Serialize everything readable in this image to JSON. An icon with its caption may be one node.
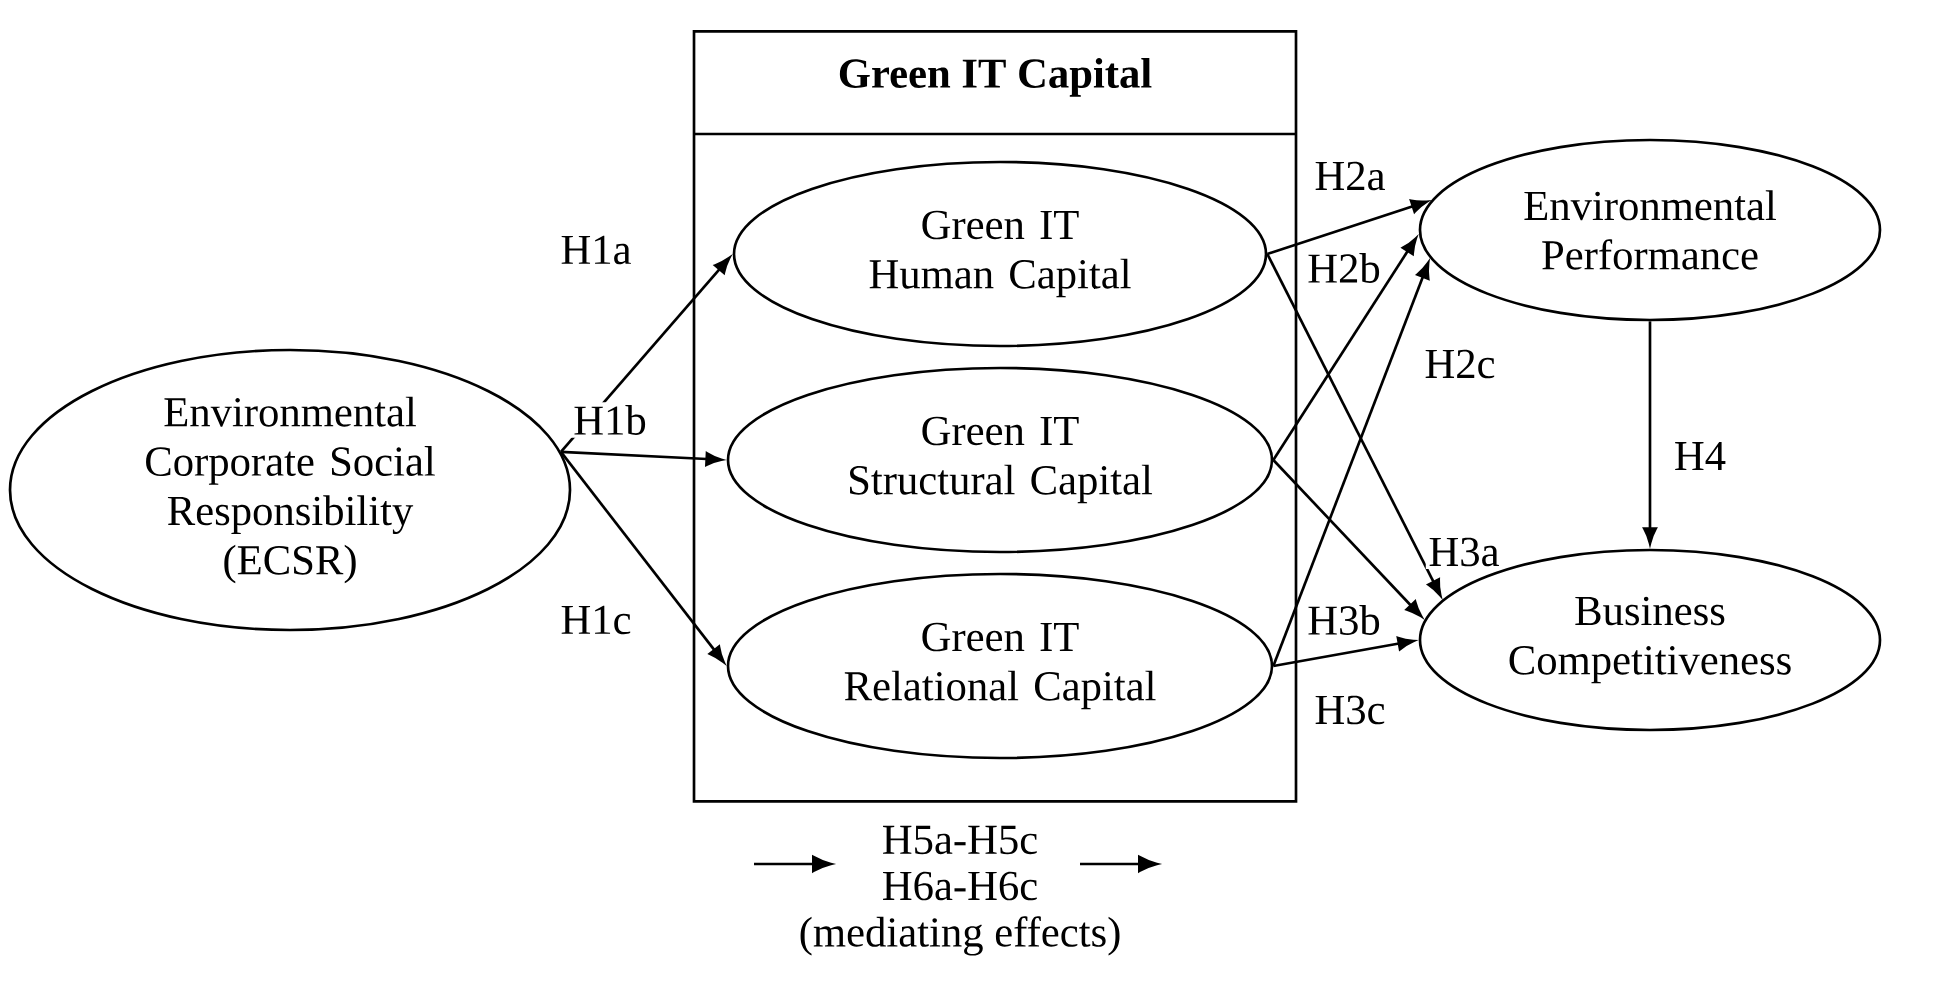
{
  "diagram": {
    "nodes": [
      {
        "text": [
          "Environmental Corporate Social Responsibility (ECSR)"
        ]
      },
      {
        "text": [
          "Green IT Capital"
        ]
      },
      {
        "text": [
          "Green IT Human Capital"
        ],
        "in": 1
      },
      {
        "text": [
          "Green IT Structural Capital"
        ],
        "in": 1
      },
      {
        "text": [
          "Green IT Relational Capital"
        ],
        "in": 1
      },
      {
        "text": [
          "Environmental Performance"
        ]
      },
      {
        "text": [
          "Business Competitiveness"
        ]
      }
    ],
    "edges": [
      {
        "from": 0,
        "to": 2,
        "arrow": "to",
        "label": "H1a"
      },
      {
        "from": 0,
        "to": 3,
        "arrow": "to",
        "label": "H1b"
      },
      {
        "from": 0,
        "to": 4,
        "arrow": "to",
        "label": "H1c"
      },
      {
        "from": 2,
        "to": 5,
        "arrow": "to",
        "label": "H2a"
      },
      {
        "from": 3,
        "to": 5,
        "arrow": "to",
        "label": "H2b"
      },
      {
        "from": 4,
        "to": 5,
        "arrow": "to",
        "label": "H2c"
      },
      {
        "from": 2,
        "to": 6,
        "arrow": "to",
        "label": "H3a"
      },
      {
        "from": 3,
        "to": 6,
        "arrow": "to",
        "label": "H3b"
      },
      {
        "from": 4,
        "to": 6,
        "arrow": "to",
        "label": "H3c"
      },
      {
        "from": 5,
        "to": 6,
        "arrow": "to",
        "label": "H4"
      }
    ],
    "labels": [
      "H5a-H5c",
      "H6a-H6c",
      "(mediating effects)"
    ]
  }
}
